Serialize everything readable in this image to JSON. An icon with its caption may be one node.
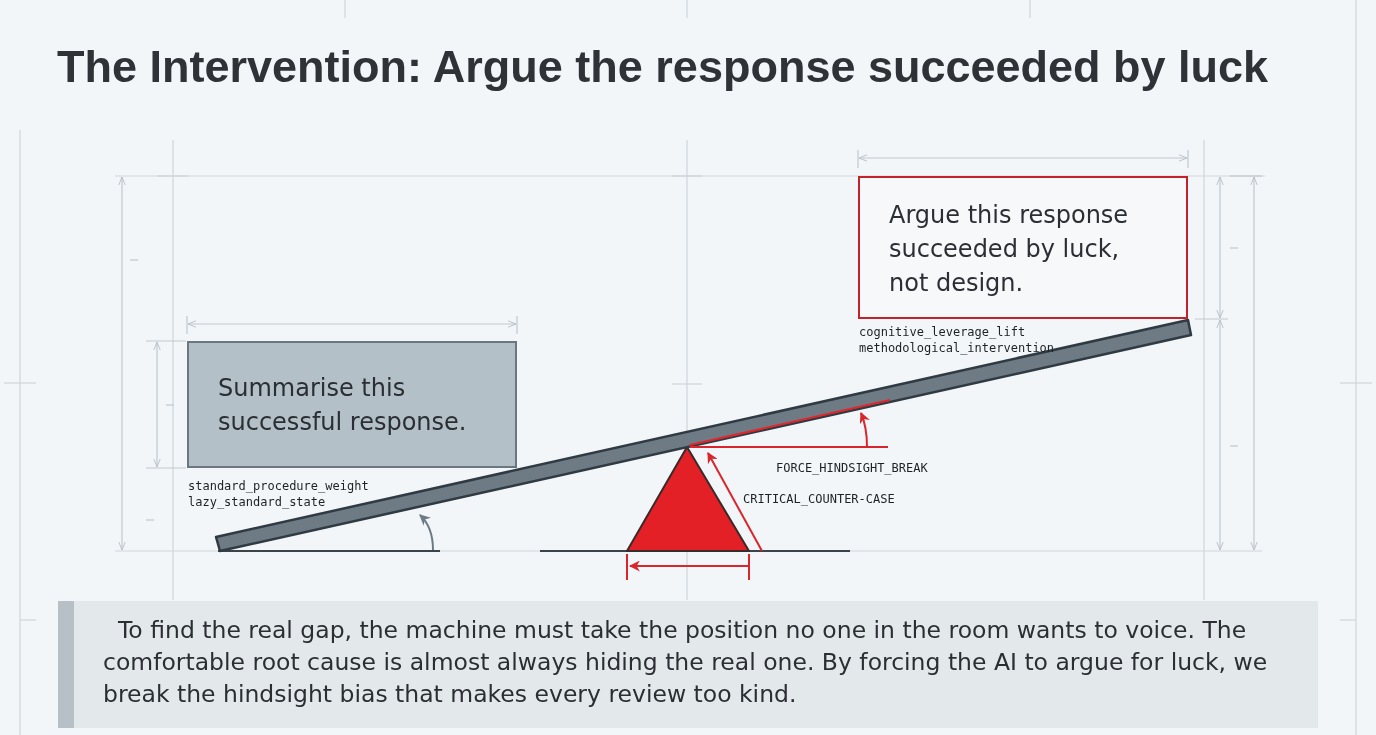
{
  "diagram": {
    "title": "The Intervention: Argue the response succeeded by luck",
    "nodes": [
      {
        "text": [
          "Summarise this successful response."
        ],
        "beside": [
          "standard_procedure_weight",
          "lazy_standard_state"
        ]
      },
      {
        "text": [
          "Argue this response succeeded by luck, not design."
        ],
        "beside": [
          "cognitive_leverage_lift",
          "methodological_intervention"
        ]
      },
      {
        "text": [
          "To find the real gap, the machine must take the position no one in the room wants to voice. The comfortable root cause is almost always hiding the real one. By forcing the AI to argue for luck, we break the hindsight bias that makes every review too kind."
        ]
      }
    ],
    "labels": [
      "FORCE_HINDSIGHT_BREAK",
      "CRITICAL_COUNTER-CASE"
    ]
  }
}
